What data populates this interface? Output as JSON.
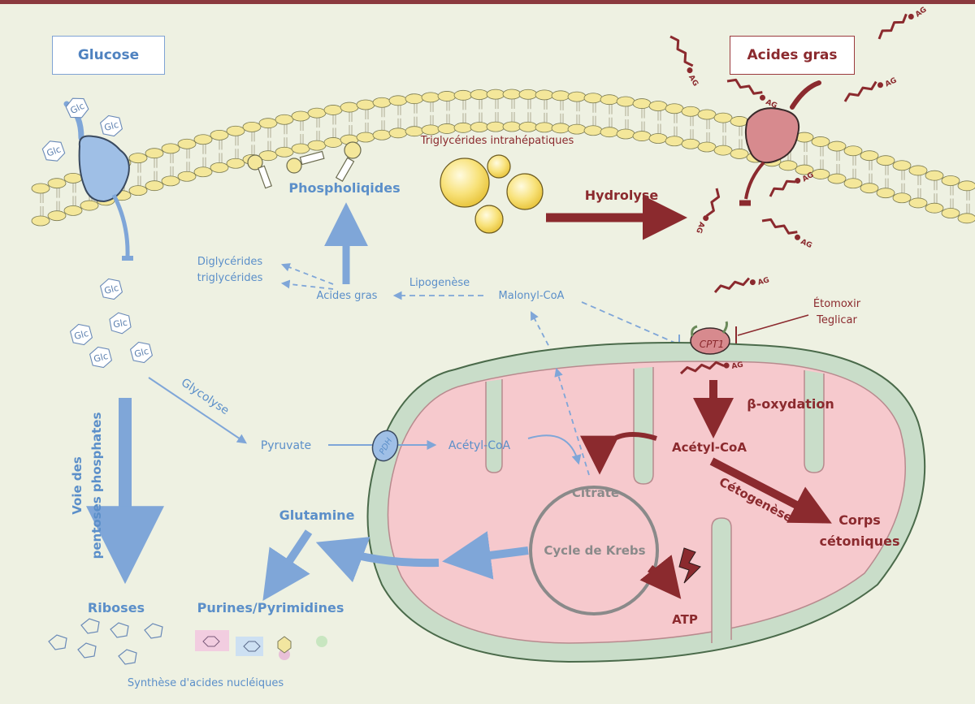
{
  "colors": {
    "background": "#eef1e2",
    "top_border": "#8b3a3e",
    "blue_pathway": "#7fa6d8",
    "red_pathway": "#8b2a2e",
    "mito_outer": "#c9ddc9",
    "mito_matrix": "#f6c9cd",
    "lipid_head": "#f4e79a"
  },
  "boxes": {
    "glucose": "Glucose",
    "fatty_acids": "Acides gras"
  },
  "membrane": {
    "triglycerides_label": "Triglycérides intrahépatiques"
  },
  "labels": {
    "phospholipids": "Phospholiqides",
    "hydrolysis": "Hydrolyse",
    "diglycerides_line1": "Diglycérides",
    "diglycerides_line2": "triglycérides",
    "acides_gras": "Acides gras",
    "lipogenese": "Lipogenèse",
    "malonyl_coa": "Malonyl-CoA",
    "etomoxir": "Étomoxir",
    "teglicar": "Teglicar",
    "cpt1": "CPT1",
    "beta_oxidation": "β-oxydation",
    "glycolyse": "Glycolyse",
    "pyruvate": "Pyruvate",
    "pdh": "PDH",
    "acetyl_coa_blue": "Acétyl-CoA",
    "acetyl_coa_red": "Acétyl-CoA",
    "citrate": "Citrate",
    "cycle_krebs": "Cycle de Krebs",
    "glutamine": "Glutamine",
    "cetogenese": "Cétogenèse",
    "corps_line1": "Corps",
    "corps_line2": "cétoniques",
    "atp": "ATP",
    "pentoses_line1": "Voie des",
    "pentoses_line2": "pentoses phosphates",
    "riboses": "Riboses",
    "purines": "Purines/Pyrimidines",
    "synthese": "Synthèse d'acides nucléiques",
    "glc": "Glc",
    "ag": "AG"
  }
}
